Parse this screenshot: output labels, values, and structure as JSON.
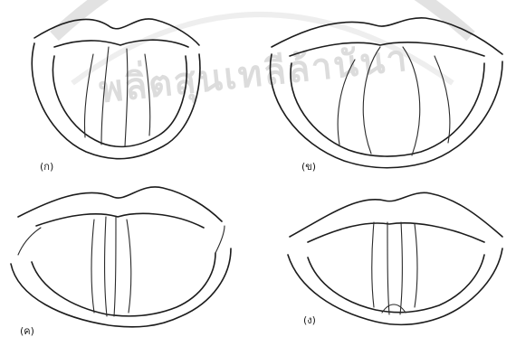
{
  "panels": [
    {
      "label": "(ก)"
    },
    {
      "label": "(ข)"
    },
    {
      "label": "(ค)"
    },
    {
      "label": "(ง)"
    }
  ],
  "watermark": {
    "text": "พลิ่ตสุนเทลีล้านันา",
    "color": "#dcdcdc"
  }
}
